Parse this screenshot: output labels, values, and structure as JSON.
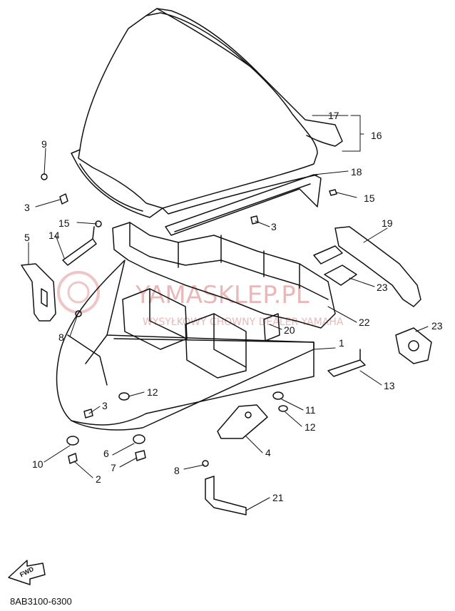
{
  "diagram_code": "8AB3100-6300",
  "direction_label": "FWD",
  "watermark": {
    "title": "YAMASKLEP.PL",
    "subtitle": "WYSYŁKOWY CHOWNY DEALER YAMAHA"
  },
  "callouts": [
    {
      "id": "17",
      "part": "windshield"
    },
    {
      "id": "16",
      "part": "windshield-assembly"
    },
    {
      "id": "18",
      "part": "windshield-trim"
    },
    {
      "id": "15",
      "part": "screw"
    },
    {
      "id": "9",
      "part": "screw"
    },
    {
      "id": "3",
      "part": "nut"
    },
    {
      "id": "5",
      "part": "stay"
    },
    {
      "id": "14",
      "part": "bracket"
    },
    {
      "id": "19",
      "part": "stay"
    },
    {
      "id": "23",
      "part": "damper"
    },
    {
      "id": "22",
      "part": "duct"
    },
    {
      "id": "20",
      "part": "cover"
    },
    {
      "id": "8",
      "part": "screw"
    },
    {
      "id": "1",
      "part": "cowling"
    },
    {
      "id": "13",
      "part": "bracket"
    },
    {
      "id": "12",
      "part": "damper"
    },
    {
      "id": "11",
      "part": "collar"
    },
    {
      "id": "4",
      "part": "bracket"
    },
    {
      "id": "10",
      "part": "grommet"
    },
    {
      "id": "6",
      "part": "damper"
    },
    {
      "id": "7",
      "part": "collar"
    },
    {
      "id": "2",
      "part": "bolt"
    },
    {
      "id": "21",
      "part": "stay"
    }
  ]
}
